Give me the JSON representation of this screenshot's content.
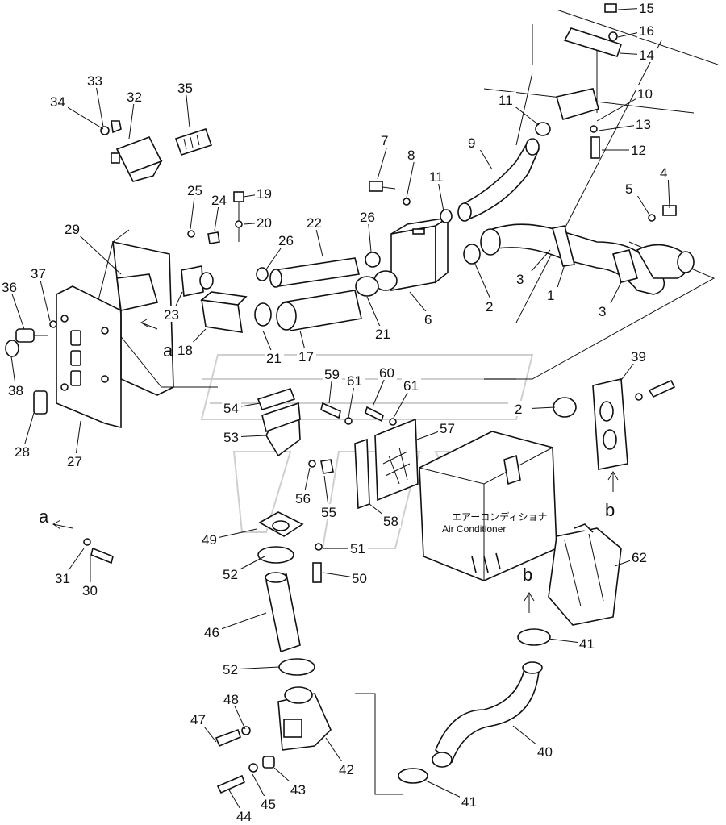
{
  "diagram": {
    "unit_label_jp": "エアーコンディショナ",
    "unit_label_en": "Air Conditioner",
    "view_refs": [
      "a",
      "b"
    ],
    "callouts": [
      "1",
      "2",
      "3",
      "4",
      "5",
      "6",
      "7",
      "8",
      "9",
      "10",
      "11",
      "12",
      "13",
      "14",
      "15",
      "16",
      "17",
      "18",
      "19",
      "20",
      "21",
      "22",
      "23",
      "24",
      "25",
      "26",
      "27",
      "28",
      "29",
      "30",
      "31",
      "32",
      "33",
      "34",
      "35",
      "36",
      "37",
      "38",
      "39",
      "40",
      "41",
      "42",
      "43",
      "44",
      "45",
      "46",
      "47",
      "48",
      "49",
      "50",
      "51",
      "52",
      "53",
      "54",
      "55",
      "56",
      "57",
      "58",
      "59",
      "60",
      "61",
      "62"
    ]
  }
}
